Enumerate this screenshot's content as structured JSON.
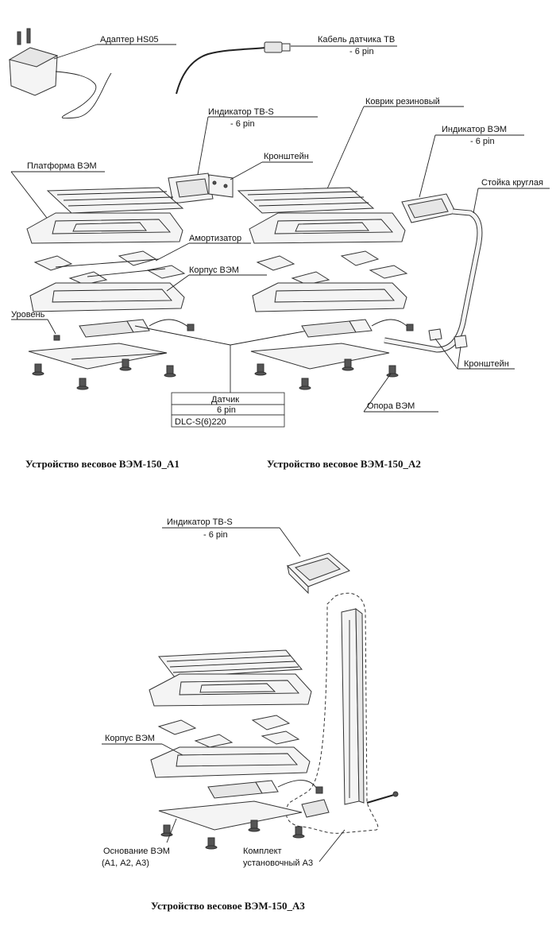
{
  "labels": {
    "adapter": "Адаптер HS05",
    "cable_line1": "Кабель датчика ТВ",
    "cable_line2": "- 6 pin",
    "indicator_tbs_line1": "Индикатор ТВ-S",
    "indicator_tbs_line2": "- 6 pin",
    "bracket_top": "Кронштейн",
    "platform": "Платформа ВЭМ",
    "rubber_mat": "Коврик резиновый",
    "indicator_vem_line1": "Индикатор ВЭМ",
    "indicator_vem_line2": "- 6 pin",
    "round_stand": "Стойка круглая",
    "shock_absorber": "Амортизатор",
    "body_vem": "Корпус ВЭМ",
    "level": "Уровень",
    "bracket_right": "Кронштейн",
    "support_vem": "Опора ВЭМ",
    "sensor_table": [
      "Датчик",
      "6 pin",
      "DLC-S(6)220"
    ],
    "a3_indicator_line1": "Индикатор ТВ-S",
    "a3_indicator_line2": "- 6 pin",
    "a3_body": "Корпус ВЭМ",
    "a3_base_line1": "Основание ВЭМ",
    "a3_base_line2": "(А1, А2, А3)",
    "a3_kit_line1": "Комплект",
    "a3_kit_line2": "установочный А3"
  },
  "captions": {
    "a1": "Устройство весовое ВЭМ-150_А1",
    "a2": "Устройство весовое ВЭМ-150_А2",
    "a3": "Устройство весовое ВЭМ-150_А3"
  }
}
